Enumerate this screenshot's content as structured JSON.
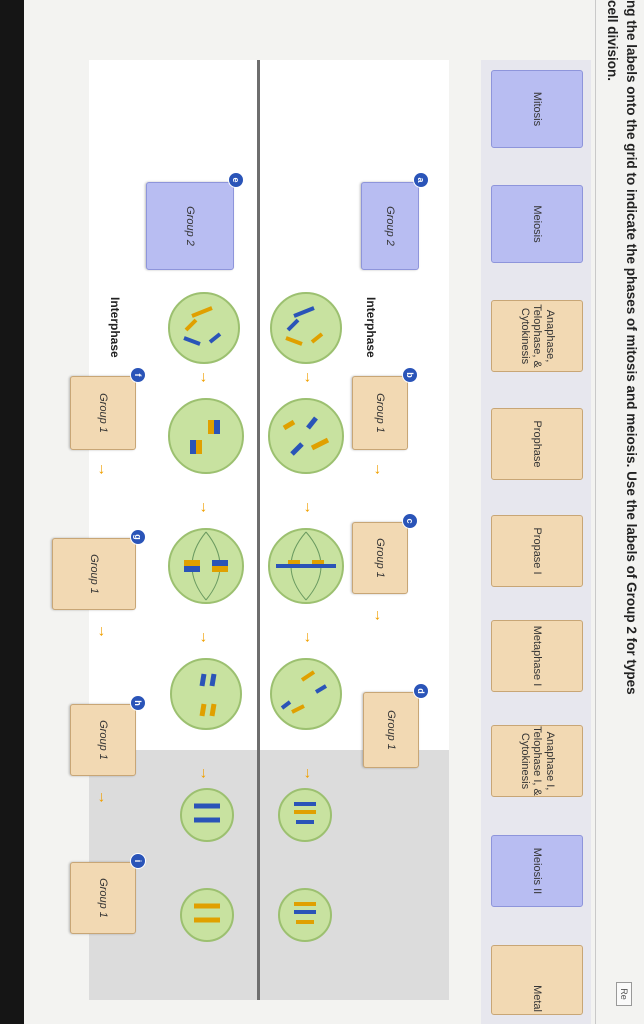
{
  "instructions": {
    "line1": "ng the labels onto the grid to indicate the phases of mitosis and meiosis. Use the labels of Group 2 for types",
    "line2": "cell division."
  },
  "reset_label": "Re",
  "bank": {
    "mitosis": "Mitosis",
    "meiosis": "Meiosis",
    "anaphase_telophase_cytokinesis": [
      "Anaphase,",
      "Telophase, &",
      "Cytokinesis"
    ],
    "prophase": "Prophase",
    "propase_i": "Propase I",
    "metaphase_i": "Metaphase I",
    "anaphase_i_telophase_i_cytokinesis": [
      "Anaphase I,",
      "Telophase I, &",
      "Cytokinesis"
    ],
    "meiosis_ii": "Meiosis II",
    "meta_partial": "Metal"
  },
  "grid": {
    "interphase_top": "Interphase",
    "interphase_bottom": "Interphase",
    "targets": {
      "a": "Group 2",
      "b": "Group 1",
      "c": "Group 1",
      "d": "Group 1",
      "e": "Group 2",
      "f": "Group 1",
      "g": "Group 1",
      "h": "Group 1",
      "i": "Group 1"
    },
    "badges": [
      "a",
      "b",
      "c",
      "d",
      "e",
      "f",
      "g",
      "h",
      "i"
    ]
  },
  "colors": {
    "group1": "#f2d9b3",
    "group2": "#b8bdf2",
    "arrow": "#f0a000",
    "cell": "#c8e2a0",
    "badge": "#2a54b8"
  }
}
